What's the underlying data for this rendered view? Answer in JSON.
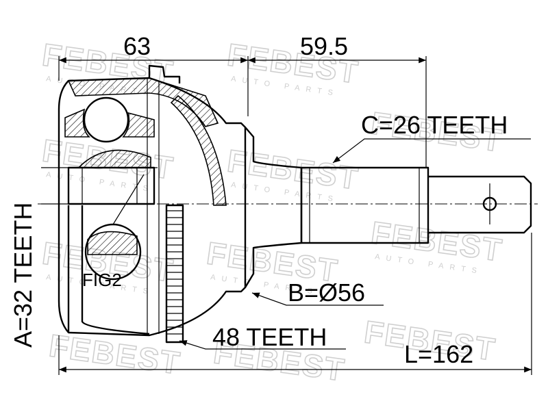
{
  "brand": {
    "watermark_text": "FEBEST",
    "watermark_sub": "AUTO PARTS"
  },
  "dimensions": {
    "outer_joint_length": "63",
    "shaft_length": "59.5",
    "spline_c": "C=26 TEETH",
    "spline_a": "A=32 TEETH",
    "diameter_b": "B=Ø56",
    "abs_ring": "48 TEETH",
    "total_length": "L=162",
    "figure_label": "FIG2"
  },
  "colors": {
    "line": "#000000",
    "watermark": "#cfcfcf",
    "background": "#ffffff"
  }
}
